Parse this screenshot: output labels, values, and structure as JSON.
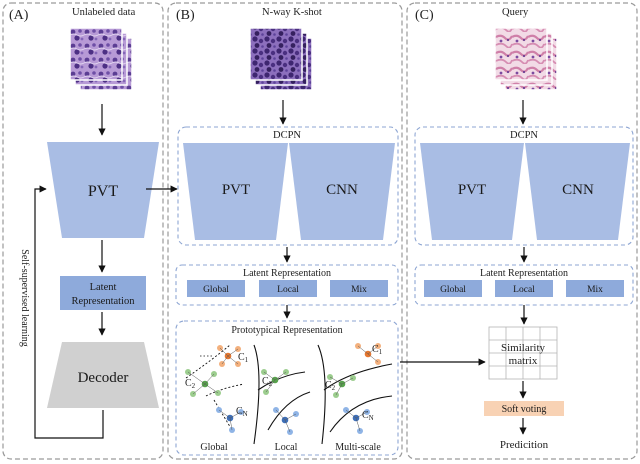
{
  "panels": {
    "a": {
      "letter": "(A)",
      "title": "Unlabeled data"
    },
    "b": {
      "letter": "(B)",
      "title": "N-way K-shot"
    },
    "c": {
      "letter": "(C)",
      "title": "Query"
    }
  },
  "panel_a": {
    "encoder": "PVT",
    "latent_line1": "Latent",
    "latent_line2": "Representation",
    "decoder": "Decoder",
    "loop_label": "Self-supervised learning"
  },
  "panel_b": {
    "dcpn_title": "DCPN",
    "pvt": "PVT",
    "cnn": "CNN",
    "latent_title": "Latent Representation",
    "global": "Global",
    "local": "Local",
    "mix": "Mix",
    "proto_title": "Prototypical Representation",
    "sub_global": "Global",
    "sub_local": "Local",
    "sub_multiscale": "Multi-scale",
    "c1": "C",
    "c1_sub": "1",
    "c2": "C",
    "c2_sub": "2",
    "cn": "C",
    "cn_sub": "N"
  },
  "panel_c": {
    "dcpn_title": "DCPN",
    "pvt": "PVT",
    "cnn": "CNN",
    "latent_title": "Latent Representation",
    "global": "Global",
    "local": "Local",
    "mix": "Mix",
    "sim_line1": "Similarity",
    "sim_line2": "matrix",
    "soft_voting": "Soft voting",
    "prediction": "Predicition"
  },
  "colors": {
    "encoder_fill": "#a9bde4",
    "latent_fill": "#8eaadb",
    "decoder_fill": "#d0d0d0",
    "soft_voting_fill": "#f8d2b4",
    "panel_border": "#9a9a9a",
    "dashed_blue": "#8ea6d3",
    "c1_color": "#e7772e",
    "c2_color": "#58a24d",
    "cn_color": "#3e6fb8",
    "histology_purple": "#7a5aa8",
    "histology_pink": "#d89bb8"
  }
}
